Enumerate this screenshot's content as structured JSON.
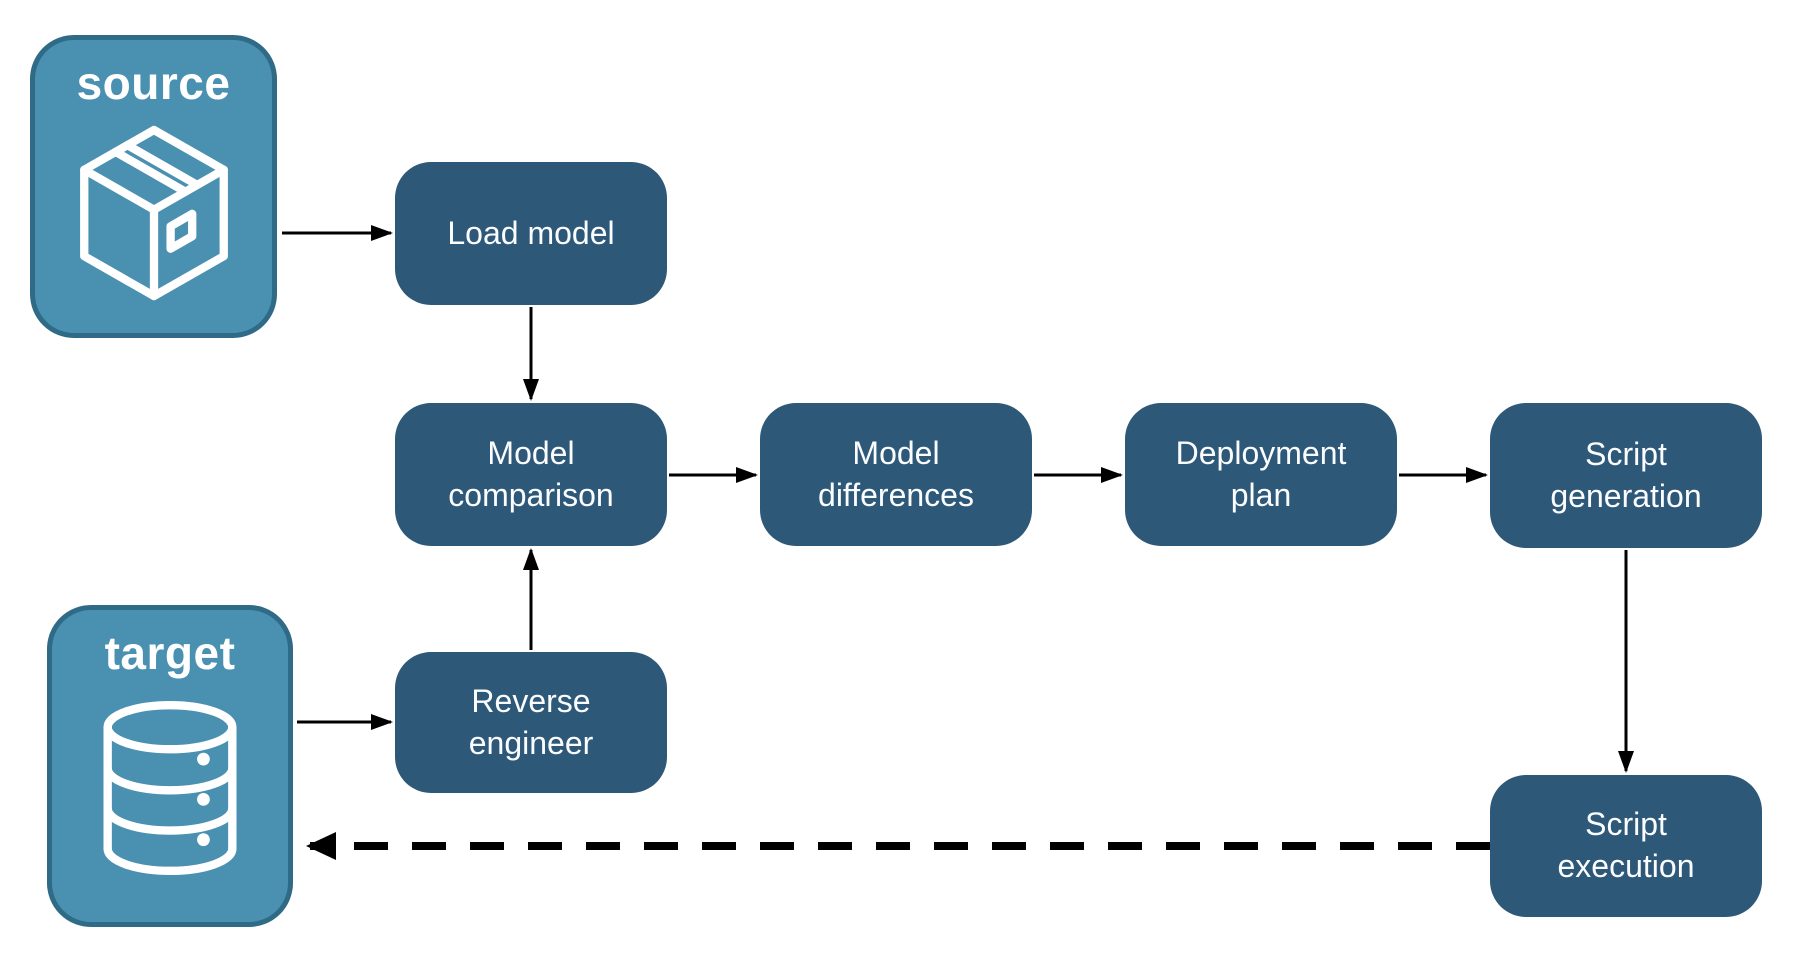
{
  "diagram": {
    "nodes": {
      "source": {
        "label": "source",
        "icon": "package-icon"
      },
      "target": {
        "label": "target",
        "icon": "database-icon"
      },
      "load_model": {
        "label": "Load model"
      },
      "model_comparison": {
        "label": "Model comparison"
      },
      "model_differences": {
        "label": "Model differences"
      },
      "deployment_plan": {
        "label": "Deployment plan"
      },
      "script_generation": {
        "label": "Script generation"
      },
      "script_execution": {
        "label": "Script execution"
      },
      "reverse_engineer": {
        "label": "Reverse engineer"
      }
    },
    "edges": [
      {
        "from": "source",
        "to": "load_model",
        "style": "solid"
      },
      {
        "from": "load_model",
        "to": "model_comparison",
        "style": "solid"
      },
      {
        "from": "model_comparison",
        "to": "model_differences",
        "style": "solid"
      },
      {
        "from": "model_differences",
        "to": "deployment_plan",
        "style": "solid"
      },
      {
        "from": "deployment_plan",
        "to": "script_generation",
        "style": "solid"
      },
      {
        "from": "script_generation",
        "to": "script_execution",
        "style": "solid"
      },
      {
        "from": "target",
        "to": "reverse_engineer",
        "style": "solid"
      },
      {
        "from": "reverse_engineer",
        "to": "model_comparison",
        "style": "solid"
      },
      {
        "from": "script_execution",
        "to": "target",
        "style": "dashed"
      }
    ],
    "colors": {
      "background": "#ffffff",
      "entity_fill": "#4a90b1",
      "entity_border": "#2f6a87",
      "step_fill": "#2e5877",
      "label_text": "#ffffff",
      "arrow": "#000000"
    }
  }
}
